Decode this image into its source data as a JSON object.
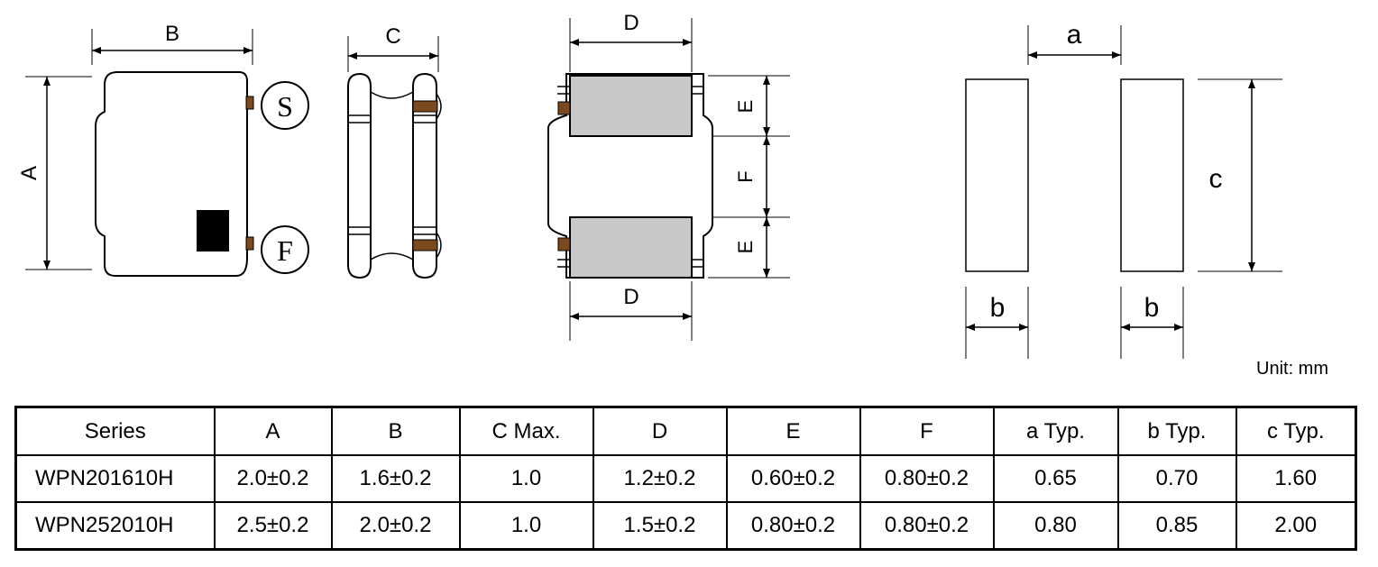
{
  "diagram": {
    "labels": {
      "A": "A",
      "B": "B",
      "C": "C",
      "D_top": "D",
      "D_bottom": "D",
      "E_top": "E",
      "E_bottom": "E",
      "F": "F",
      "a": "a",
      "b_left": "b",
      "b_right": "b",
      "c": "c",
      "start_mark": "S",
      "finish_mark": "F"
    },
    "colors": {
      "electrode": "#c8c8c8",
      "terminal": "#7a4a1e",
      "marker": "#000000"
    }
  },
  "unit": "Unit: mm",
  "table": {
    "headers": [
      "Series",
      "A",
      "B",
      "C Max.",
      "D",
      "E",
      "F",
      "a Typ.",
      "b Typ.",
      "c Typ."
    ],
    "rows": [
      [
        "WPN201610H",
        "2.0±0.2",
        "1.6±0.2",
        "1.0",
        "1.2±0.2",
        "0.60±0.2",
        "0.80±0.2",
        "0.65",
        "0.70",
        "1.60"
      ],
      [
        "WPN252010H",
        "2.5±0.2",
        "2.0±0.2",
        "1.0",
        "1.5±0.2",
        "0.80±0.2",
        "0.80±0.2",
        "0.80",
        "0.85",
        "2.00"
      ]
    ]
  }
}
